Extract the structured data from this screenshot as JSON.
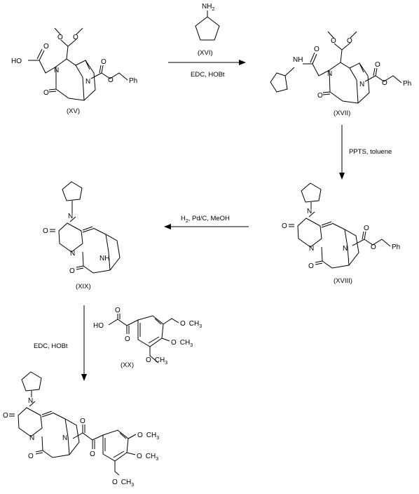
{
  "compounds": {
    "xv": {
      "label": "(XV)"
    },
    "xvi": {
      "label": "(XVI)",
      "amine": "NH",
      "amine_sub": "2"
    },
    "xvii": {
      "label": "(XVII)"
    },
    "xviii": {
      "label": "(XVIII)"
    },
    "xix": {
      "label": "(XIX)"
    },
    "xx": {
      "label": "(XX)"
    }
  },
  "reactions": {
    "r1": {
      "conditions": "EDC, HOBt"
    },
    "r2": {
      "conditions": "PPTS, toluene"
    },
    "r3": {
      "h": "H",
      "h_sub": "2",
      "rest": ", Pd/C, MeOH"
    },
    "r4": {
      "conditions": "EDC, HOBt"
    }
  },
  "atoms": {
    "o": "O",
    "n": "N",
    "nh": "NH",
    "ho": "HO",
    "ph": "Ph",
    "och": "O",
    "ch": "CH",
    "three": "3"
  }
}
